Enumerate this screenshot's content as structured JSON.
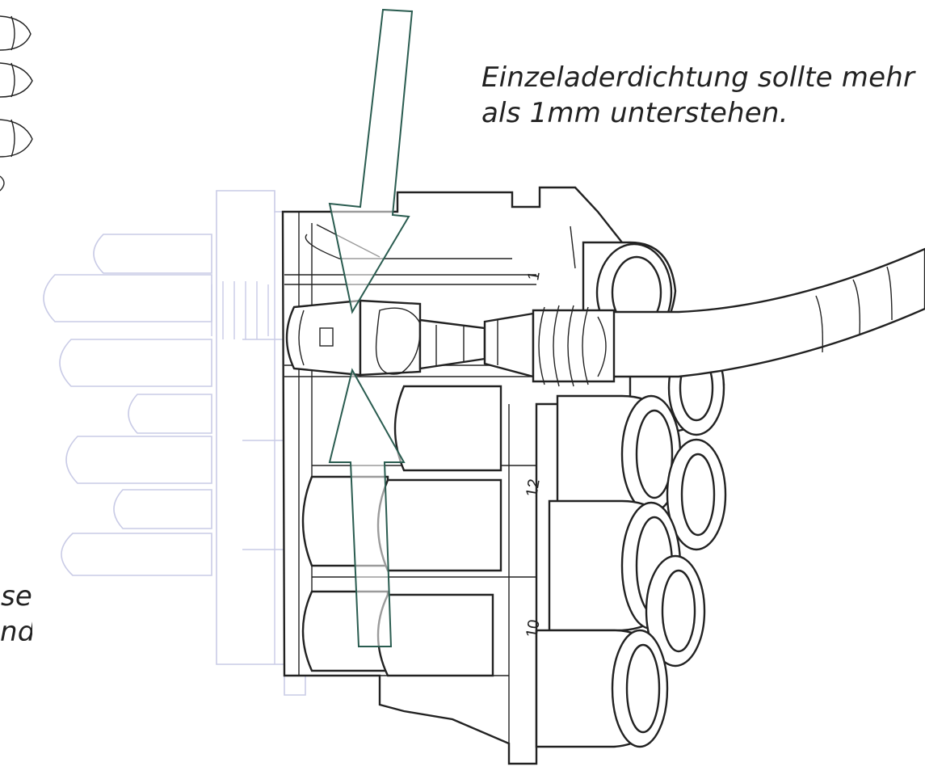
{
  "caption_main_line1": "Einzeladerdichtung sollte mehr",
  "caption_main_line2": "als 1mm unterstehen.",
  "caption_cut_line1": "se",
  "caption_cut_line2": "nd",
  "marking_1": "1",
  "marking_12": "12",
  "marking_10": "10",
  "colors": {
    "arrow": "#2a5c50",
    "drawing": "#222222",
    "ghost": "#c9cbe6"
  }
}
